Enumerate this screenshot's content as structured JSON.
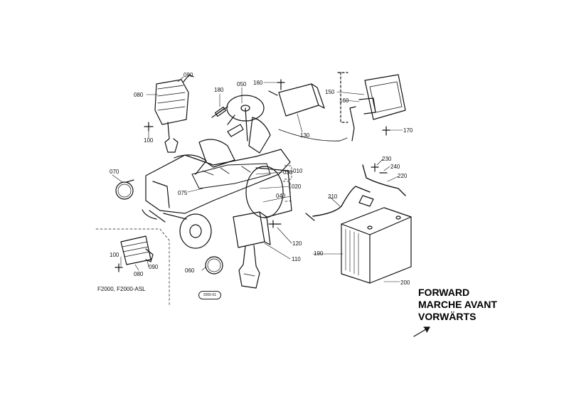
{
  "part_numbers": [
    "090",
    "080",
    "100",
    "180",
    "050",
    "160",
    "130",
    "150",
    "160",
    "170",
    "070",
    "030",
    "010",
    "020",
    "040",
    "075",
    "230",
    "240",
    "220",
    "210",
    "120",
    "110",
    "190",
    "200",
    "100",
    "080",
    "090",
    "060"
  ],
  "model_label": "F2000, F2000-ASL",
  "diagram_code": "2000-01",
  "direction": {
    "line1": "FORWARD",
    "line2": "MARCHE AVANT",
    "line3": "VORWÄRTS"
  }
}
